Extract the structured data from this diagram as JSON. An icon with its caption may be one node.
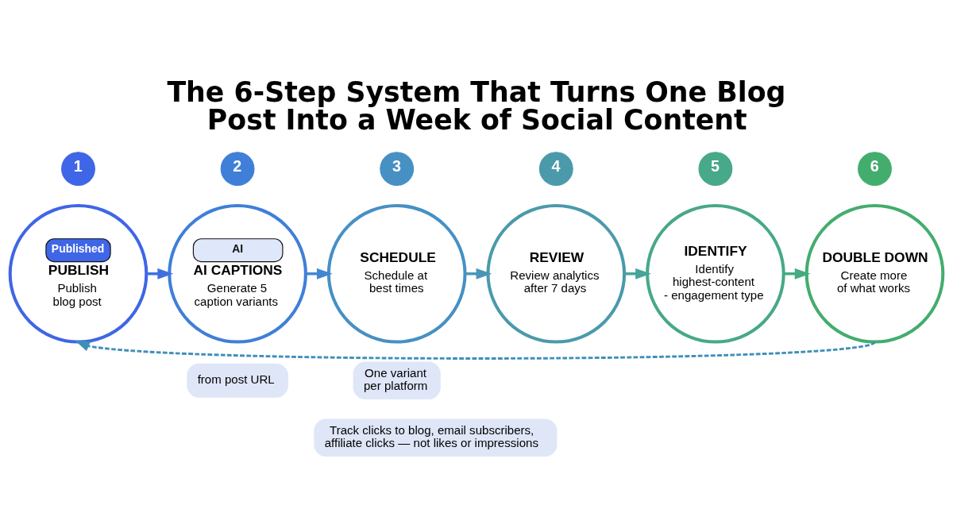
{
  "diagram": {
    "title": "The 6-Step System That Turns One Blog Post Into a Week of Social Content",
    "nodes": [
      {
        "text": [
          "1"
        ]
      },
      {
        "text": [
          "Published",
          "PUBLISH",
          "Publish blog post"
        ]
      },
      {
        "text": [
          "2"
        ]
      },
      {
        "text": [
          "AI",
          "AI CAPTIONS",
          "Generate 5 caption variants"
        ]
      },
      {
        "text": [
          "3"
        ]
      },
      {
        "text": [
          "SCHEDULE",
          "Schedule at best times"
        ]
      },
      {
        "text": [
          "4"
        ]
      },
      {
        "text": [
          "REVIEW",
          "Review analytics after 7 days"
        ]
      },
      {
        "text": [
          "5"
        ]
      },
      {
        "text": [
          "IDENTIFY",
          "Identify highest-content - engagement type"
        ]
      },
      {
        "text": [
          "6"
        ]
      },
      {
        "text": [
          "DOUBLE DOWN",
          "Create more of what works"
        ]
      },
      {
        "text": [
          "from post URL"
        ]
      },
      {
        "text": [
          "One variant per platform"
        ]
      },
      {
        "text": [
          "Track clicks to blog, email subscribers, affiliate clicks — not likes or impressions"
        ]
      }
    ],
    "edges": [
      {
        "from": 1,
        "to": 3,
        "arrow": "to",
        "color": "#4070e0"
      },
      {
        "from": 3,
        "to": 5,
        "arrow": "to",
        "color": "#4485d2"
      },
      {
        "from": 5,
        "to": 7,
        "arrow": "to",
        "color": "#4896b8"
      },
      {
        "from": 7,
        "to": 9,
        "arrow": "to",
        "color": "#48a49a"
      },
      {
        "from": 9,
        "to": 11,
        "arrow": "to",
        "color": "#45ab80"
      },
      {
        "from": 11,
        "to": 1,
        "arrow": "to",
        "style": "dashed",
        "color": "#3f8fb8"
      }
    ]
  }
}
